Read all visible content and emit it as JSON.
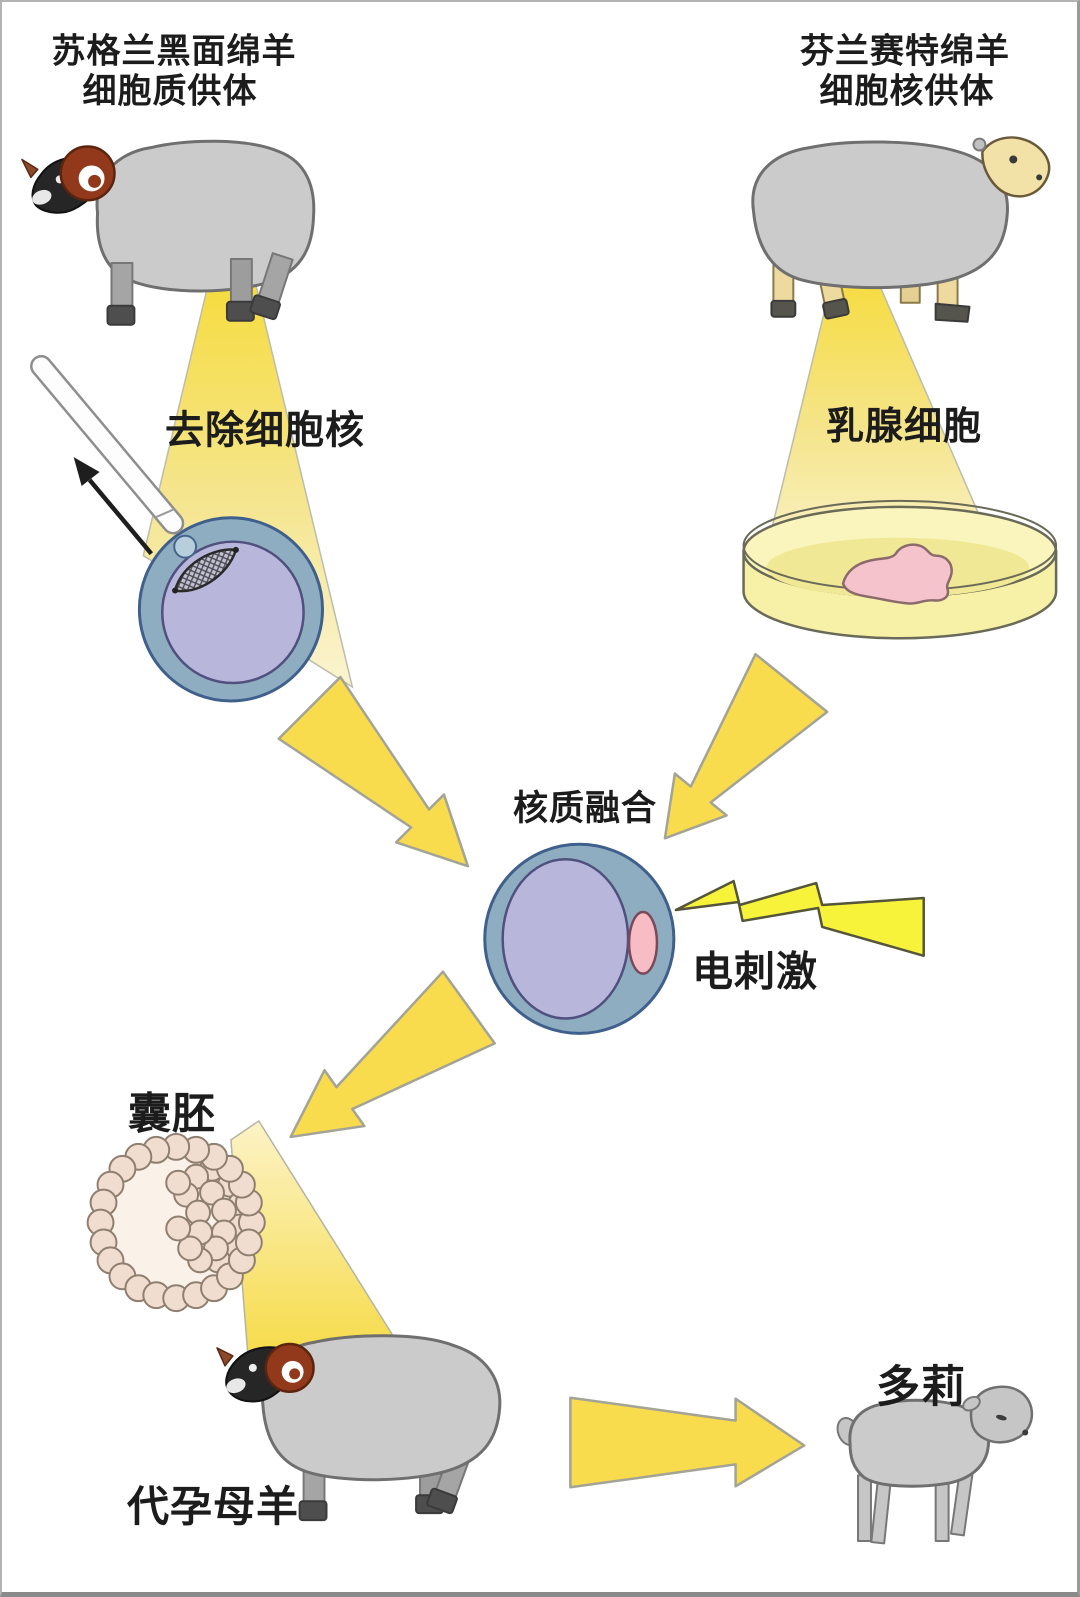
{
  "labels": {
    "cytoplasm_donor_line1": "苏格兰黑面绵羊",
    "cytoplasm_donor_line2": "细胞质供体",
    "nucleus_donor_line1": "芬兰赛特绵羊",
    "nucleus_donor_line2": "细胞核供体",
    "remove_nucleus": "去除细胞核",
    "mammary_cells": "乳腺细胞",
    "fusion": "核质融合",
    "electric_stimulus": "电刺激",
    "blastocyst": "囊胚",
    "surrogate_ewe": "代孕母羊",
    "dolly": "多莉"
  },
  "colors": {
    "beam_yellow": "#f6da2e",
    "arrow_yellow": "#f8dc4e",
    "lightning_yellow": "#f7f33a",
    "cell_membrane": "#8fadc0",
    "cell_cytoplasm": "#b8b7db",
    "donor_nucleus_pink": "#f7bcc4",
    "dish_yellow": "#f7f1a8",
    "tissue_pink": "#f4c3cc",
    "blastomere_tan": "#f1ddd0",
    "sheep_grey": "#cbcbcb",
    "blackface_black": "#262626",
    "horn_brown": "#93391b",
    "dorset_cream": "#f3e2a7"
  }
}
